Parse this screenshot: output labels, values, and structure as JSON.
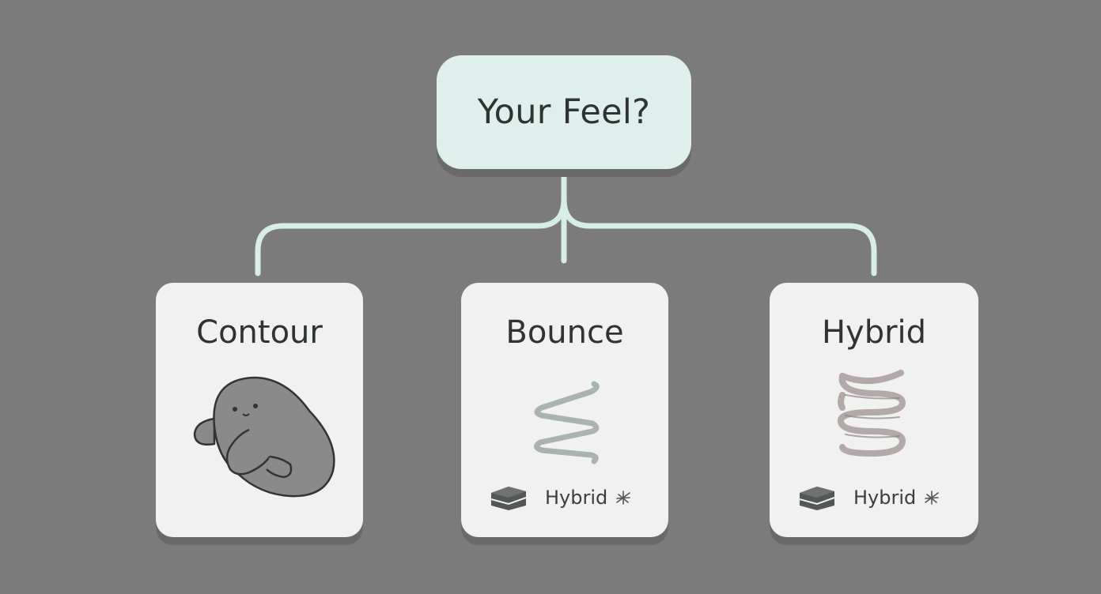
{
  "root": {
    "label": "Your Feel?"
  },
  "colors": {
    "background": "#7b7b7b",
    "root_fill": "#dff0ec",
    "connector": "#d6ede8",
    "card_fill": "#f1f1f1",
    "text": "#2f3333"
  },
  "options": [
    {
      "title": "Contour",
      "icon": "sleeping-blob-icon"
    },
    {
      "title": "Bounce",
      "icon": "spring-icon",
      "footer": {
        "icon": "mattress-icon",
        "label": "Hybrid",
        "badge_icon": "sparkle-icon"
      }
    },
    {
      "title": "Hybrid",
      "icon": "coil-spring-icon",
      "footer": {
        "icon": "mattress-icon",
        "label": "Hybrid",
        "badge_icon": "sparkle-icon"
      }
    }
  ]
}
